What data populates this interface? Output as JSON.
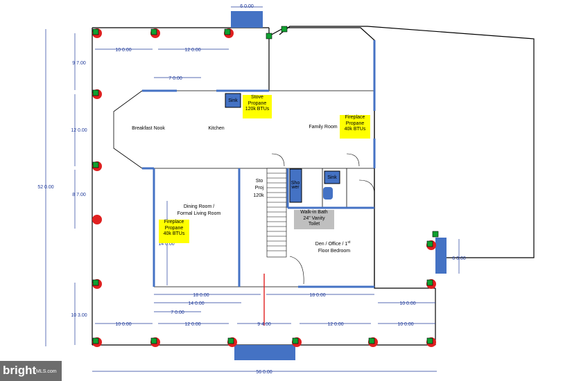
{
  "rooms": {
    "breakfast": "Breakfast Nook",
    "kitchen": "Kitchen",
    "family": "Family Room",
    "dining_1": "Dining Room /",
    "dining_2": "Formal Living Room",
    "den_1": "Den / Office / 1",
    "den_sup": "st",
    "den_2": "Floor Bedroom",
    "sink_1": "Sink",
    "sink_2": "Sink",
    "shower_1": "Sho",
    "shower_2": "wer",
    "stair_1": "Sto",
    "stair_2": "Proj",
    "stair_3": "120k"
  },
  "notes": {
    "stove": [
      "Stove",
      "Propane",
      "120k BTUs"
    ],
    "fp_family": [
      "Fireplace",
      "Propane",
      "40k BTUs"
    ],
    "fp_dining": [
      "Fireplace",
      "Propane",
      "40k BTUs"
    ],
    "bath": [
      "Walk-in Bath",
      "24\" Vanity",
      "Toilet"
    ]
  },
  "dims": {
    "top_porch": "6 0.00",
    "top_10": "10 0.00",
    "top_12": "12 0.00",
    "seg_7a": "7 0.00",
    "left_9": "9 7.00",
    "left_12": "12 0.00",
    "left_8": "8 7.00",
    "left_10": "10 3.00",
    "left_total": "52 0.00",
    "room_14v": "14 0.00",
    "right_porch": "6 0.00",
    "b_18a": "18 0.00",
    "b_18b": "18 0.00",
    "b_14": "14 0.00",
    "b_7": "7 0.00",
    "b_10r": "10 0.00",
    "bb_10a": "10 0.00",
    "bb_12a": "12 0.00",
    "bb_9": "9 4.00",
    "bb_12b": "12 0.00",
    "bb_10b": "10 0.00",
    "total_width": "56 0.00"
  },
  "watermark": {
    "brand": "bright",
    "suffix": "MLS.com"
  },
  "colors": {
    "dimension": "#1f3a9a",
    "wall_blue": "#4472c4",
    "highlight": "#ffff00",
    "marker_red": "#e02020",
    "marker_green": "#10a030"
  }
}
